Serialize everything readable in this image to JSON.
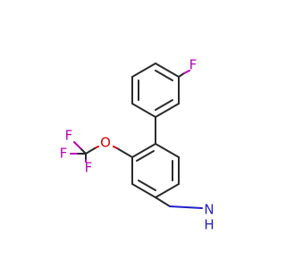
{
  "molecule": {
    "labels": {
      "fluorine_aryl": "F",
      "fluorine_top": "F",
      "fluorine_left": "F",
      "fluorine_bottom": "F",
      "oxygen": "O",
      "amine_n": "N",
      "amine_h": "H"
    },
    "colors": {
      "bond": "#2a2a2a",
      "fluorine": "#c000c0",
      "oxygen": "#e00000",
      "nitrogen": "#2020cc"
    }
  }
}
